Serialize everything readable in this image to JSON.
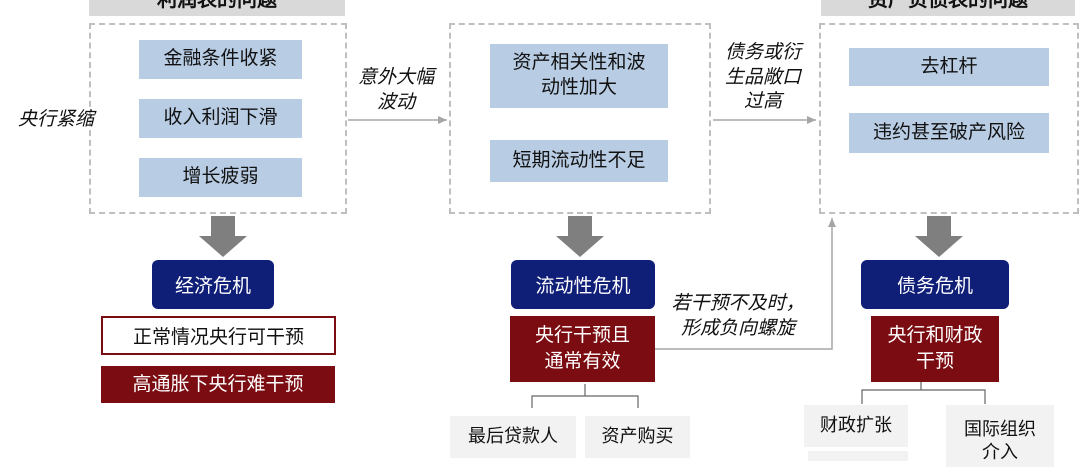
{
  "headers": {
    "left": "利润表的问题",
    "right": "资产负债表的问题"
  },
  "left": {
    "trigger": "央行紧缩",
    "items": [
      "金融条件收紧",
      "收入利润下滑",
      "增长疲弱"
    ],
    "crisis": "经济危机",
    "outcome_normal": "正常情况央行可干预",
    "outcome_inflation": "高通胀下央行难干预"
  },
  "middle": {
    "arrow_label": "意外大幅波动",
    "items": [
      "资产相关性和波动性加大",
      "短期流动性不足"
    ],
    "crisis": "流动性危机",
    "intervention": "央行干预且通常有效",
    "tools": [
      "最后贷款人",
      "资产购买"
    ],
    "feedback_label": "若干预不及时，形成负向螺旋"
  },
  "right": {
    "arrow_label": "债务或衍生品敞口过高",
    "items": [
      "去杠杆",
      "违约甚至破产风险"
    ],
    "crisis": "债务危机",
    "intervention": "央行和财政干预",
    "tools": [
      "财政扩张",
      "国际组织介入"
    ]
  },
  "colors": {
    "navy": "#0f1e77",
    "dark_red": "#7a0c12",
    "light_blue": "#b8cce4",
    "header_gray": "#d9d9d9",
    "arrow_gray": "#7f7f7f"
  }
}
